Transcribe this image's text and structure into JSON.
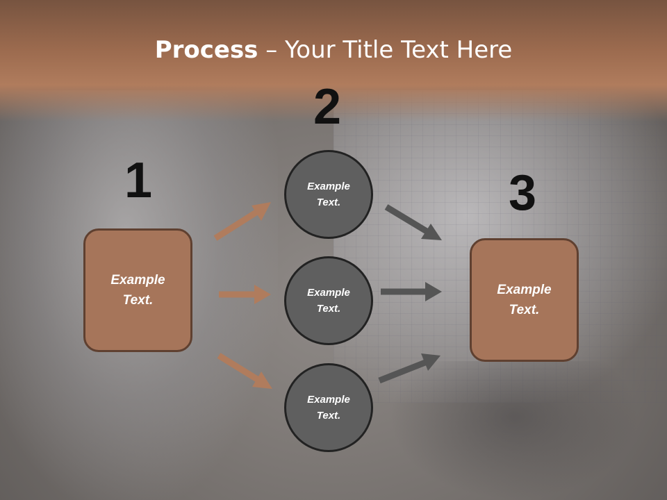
{
  "slide": {
    "title_bold": "Process",
    "title_rest": " – Your Title Text Here",
    "numbers": [
      "1",
      "2",
      "3"
    ],
    "left_box": {
      "text": "Example\nText."
    },
    "circles": [
      {
        "text": "Example\nText."
      },
      {
        "text": "Example\nText."
      },
      {
        "text": "Example\nText."
      }
    ],
    "right_box": {
      "text": "Example\nText."
    }
  },
  "colors": {
    "header_brown": "#9b6a4e",
    "box_fill": "#a6755a",
    "box_border": "#5f4030",
    "circle_fill": "#5f5f5f",
    "left_arrows": "#b07c5d",
    "right_arrows": "#555555"
  }
}
